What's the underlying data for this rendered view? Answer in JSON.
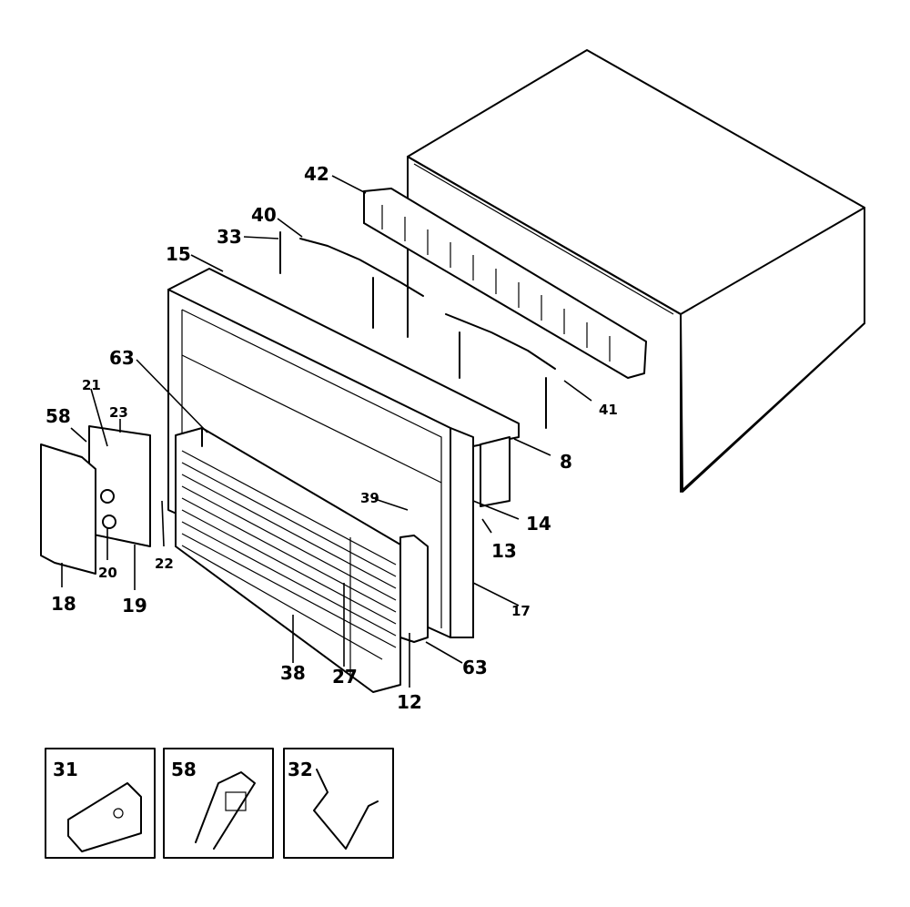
{
  "callouts": {
    "c42": "42",
    "c40": "40",
    "c33": "33",
    "c15": "15",
    "c63a": "63",
    "c21": "21",
    "c23": "23",
    "c58": "58",
    "c41": "41",
    "c8": "8",
    "c39": "39",
    "c14": "14",
    "c13": "13",
    "c22": "22",
    "c20": "20",
    "c18": "18",
    "c19": "19",
    "c17": "17",
    "c38": "38",
    "c27": "27",
    "c12": "12",
    "c63b": "63"
  },
  "insets": [
    {
      "label": "31"
    },
    {
      "label": "58"
    },
    {
      "label": "32"
    }
  ]
}
